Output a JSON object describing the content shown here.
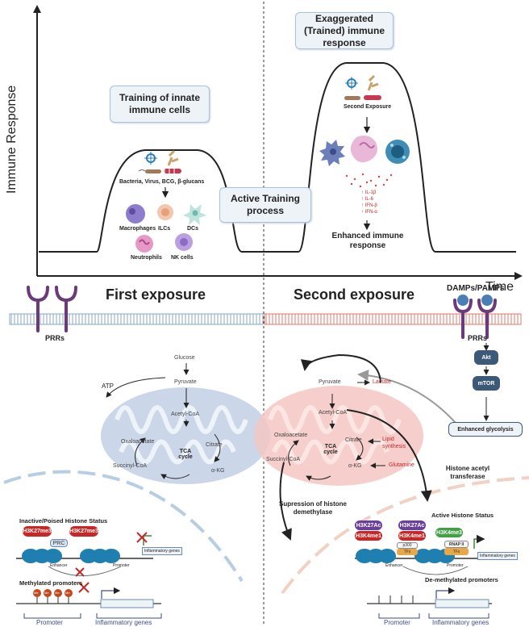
{
  "top": {
    "y_axis": "Immune Response",
    "x_axis": "Time",
    "left_box": "Training of innate immune cells",
    "right_box": "Exaggerated (Trained) immune response",
    "middle_box": "Active Training process",
    "pathogens": "Bacteria, Virus, BCG, β-glucans",
    "cells": [
      "Macrophages",
      "ILCs",
      "DCs",
      "Neutrophils",
      "NK cells"
    ],
    "second_exposure": "Second Exposure",
    "cytokines": [
      "IL-1β",
      "IL-6",
      "IFN-β",
      "IFN-α"
    ],
    "enhanced": "Enhanced immune response"
  },
  "bottom_left": {
    "title": "First exposure",
    "prrs": "PRRs",
    "atp": "ATP",
    "glucose": "Glucose",
    "pyruvate": "Pyruvate",
    "acetyl": "Acetyl-CoA",
    "oxaloacetate": "Oxaloacetate",
    "citrate": "Citrate",
    "tca": "TCA cycle",
    "succinyl": "Succinyl-CoA",
    "akg": "α-KG",
    "histone_status": "Inactive/Poised Histone Status",
    "mark1": "H3K27me3",
    "mark2": "H3K27me3",
    "prc": "PRC",
    "enhancer": "Enhancer",
    "promoter": "Promoter",
    "genes_box": "Inflammatory genes",
    "methylated": "Methylated promoters",
    "me": "Me",
    "promoter2": "Promoter",
    "genes2": "Inflammatory genes"
  },
  "bottom_right": {
    "title": "Second exposure",
    "damps": "DAMPs/PAMPs",
    "prrs": "PRRs",
    "akt": "Akt",
    "mtor": "mTOR",
    "glycolysis": "Enhanced glycolysis",
    "pyruvate": "Pyruvate",
    "lactate": "Lactate",
    "acetyl": "Acetyl-CoA",
    "oxaloacetate": "Oxaloacetate",
    "citrate": "Citrate",
    "lipid": "Lipid synthesis",
    "tca": "TCA cycle",
    "succinyl": "Succinyl-CoA",
    "akg": "α-KG",
    "glutamine": "Glutamine",
    "hat": "Histone acetyl transferase",
    "suppression": "Supression of histone demethylase",
    "histone_status": "Active Histone Status",
    "mark_ac1": "H3K27Ac",
    "mark_me1a": "H3K4me1",
    "mark_ac2": "H3K27Ac",
    "mark_me1b": "H3K4me1",
    "mark_me3": "H3K4me3",
    "p300": "p300",
    "tfs": "TFs",
    "rnap": "RNAP II",
    "tfs2": "TFs",
    "enhancer": "Enhancer",
    "promoter": "Promoter",
    "genes_box": "Inflammatory genes",
    "demethylated": "De-methylated promoters",
    "promoter2": "Promoter",
    "genes2": "Inflammatory genes"
  },
  "colors": {
    "membrane_left": "#8aa7c8",
    "membrane_right": "#e07a6e",
    "histone_red": "#c62828",
    "nucleosome": "#1f7fb0",
    "receptor": "#6b3a7a",
    "pill_dark": "#3c5a78"
  }
}
